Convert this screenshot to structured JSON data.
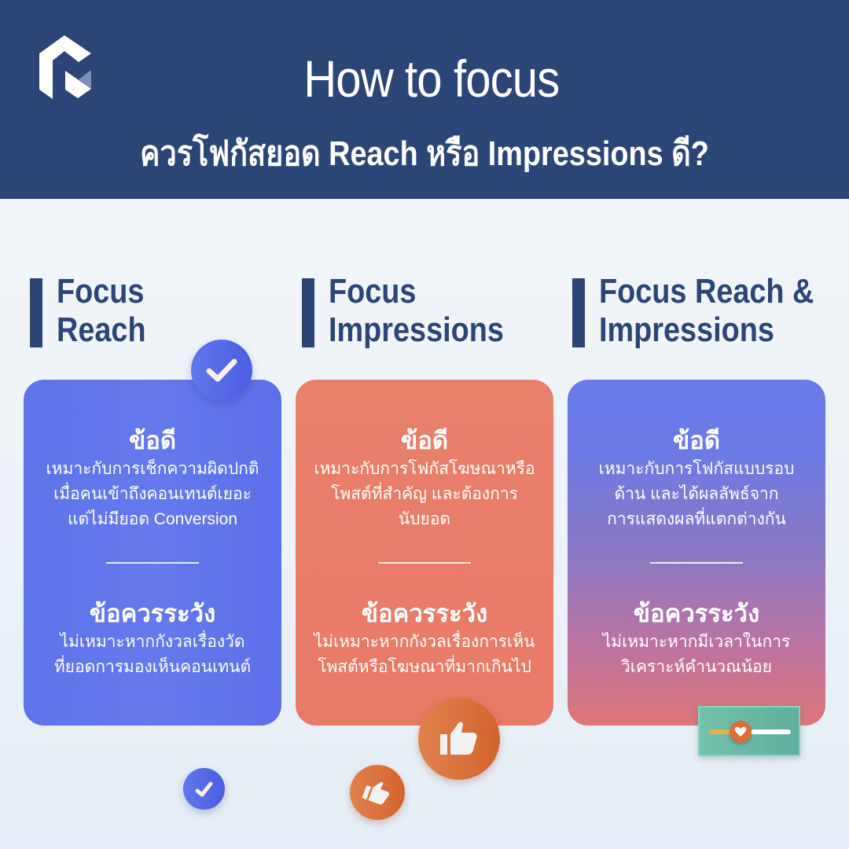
{
  "header": {
    "title": "How to focus",
    "subtitle": "ควรโฟกัสยอด Reach หรือ Impressions ดี?",
    "background_color": "#2c4577",
    "logo_icon": "brand-logo-icon"
  },
  "columns": [
    {
      "heading_line1": "Focus",
      "heading_line2": "Reach",
      "card_color": "#6176ea",
      "pros_title": "ข้อดี",
      "pros_body": [
        "เหมาะกับการเช็กความผิดปกติ",
        "เมื่อคนเข้าถึงคอนเทนต์เยอะ",
        "แต่ไม่มียอด Conversion"
      ],
      "cons_title": "ข้อควรระวัง",
      "cons_body": [
        "ไม่เหมาะหากกังวลเรื่องวัด",
        "ที่ยอดการมองเห็นคอนเทนต์"
      ],
      "decor_icon": "checkmark-icon"
    },
    {
      "heading_line1": "Focus",
      "heading_line2": "Impressions",
      "card_color": "#e87f69",
      "pros_title": "ข้อดี",
      "pros_body": [
        "เหมาะกับการโฟกัสโฆษณาหรือ",
        "โพสต์ที่สำคัญ และต้องการ",
        "นับยอด"
      ],
      "cons_title": "ข้อควรระวัง",
      "cons_body": [
        "ไม่เหมาะหากกังวลเรื่องการเห็น",
        "โพสต์หรือโฆษณาที่มากเกินไป"
      ],
      "decor_icon": "thumbs-up-icon"
    },
    {
      "heading_line1": "Focus Reach &",
      "heading_line2": "Impressions",
      "card_color": "#8b78c4",
      "pros_title": "ข้อดี",
      "pros_body": [
        "เหมาะกับการโฟกัสแบบรอบ",
        "ด้าน และได้ผลลัพธ์จาก",
        "การแสดงผลที่แตกต่างกัน"
      ],
      "cons_title": "ข้อควรระวัง",
      "cons_body": [
        "ไม่เหมาะหากมีเวลาในการ",
        "วิเคราะห์คำนวณน้อย"
      ],
      "decor_icon": "heart-slider-icon"
    }
  ]
}
